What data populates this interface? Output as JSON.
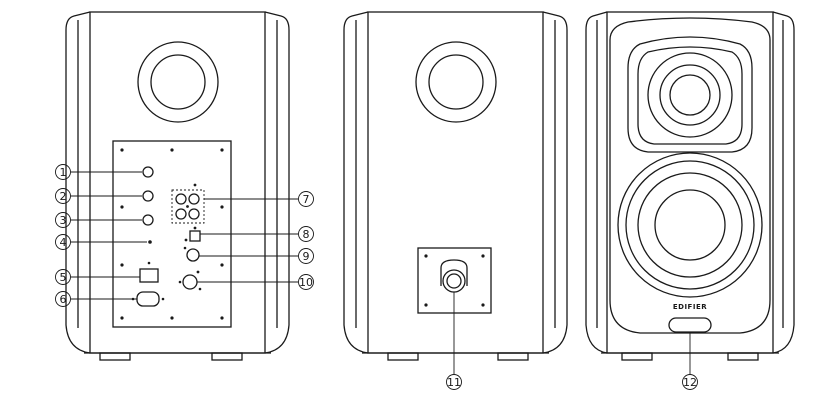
{
  "callouts": [
    {
      "id": "1",
      "label": "1"
    },
    {
      "id": "2",
      "label": "2"
    },
    {
      "id": "3",
      "label": "3"
    },
    {
      "id": "4",
      "label": "4"
    },
    {
      "id": "5",
      "label": "5"
    },
    {
      "id": "6",
      "label": "6"
    },
    {
      "id": "7",
      "label": "7"
    },
    {
      "id": "8",
      "label": "8"
    },
    {
      "id": "9",
      "label": "9"
    },
    {
      "id": "10",
      "label": "10"
    },
    {
      "id": "11",
      "label": "11"
    },
    {
      "id": "12",
      "label": "12"
    }
  ],
  "brand": "EDIFIER"
}
